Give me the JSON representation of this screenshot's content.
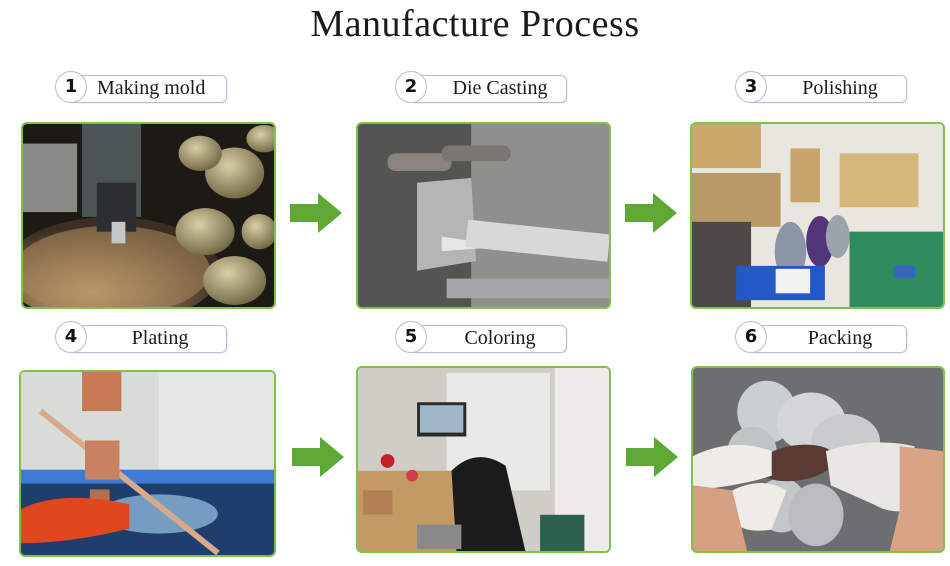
{
  "title": "Manufacture Process",
  "accent_color": "#7cc24b",
  "arrow_color": "#5ea834",
  "steps": [
    {
      "number": "1",
      "label": "Making mold",
      "image": "cnc-engraving-coin-mold-photo"
    },
    {
      "number": "2",
      "label": "Die Casting",
      "image": "die-casting-machine-photo"
    },
    {
      "number": "3",
      "label": "Polishing",
      "image": "polishing-workshop-photo"
    },
    {
      "number": "4",
      "label": "Plating",
      "image": "plating-tank-photo"
    },
    {
      "number": "5",
      "label": "Coloring",
      "image": "coloring-workstation-photo"
    },
    {
      "number": "6",
      "label": "Packing",
      "image": "packing-coins-photo"
    }
  ]
}
